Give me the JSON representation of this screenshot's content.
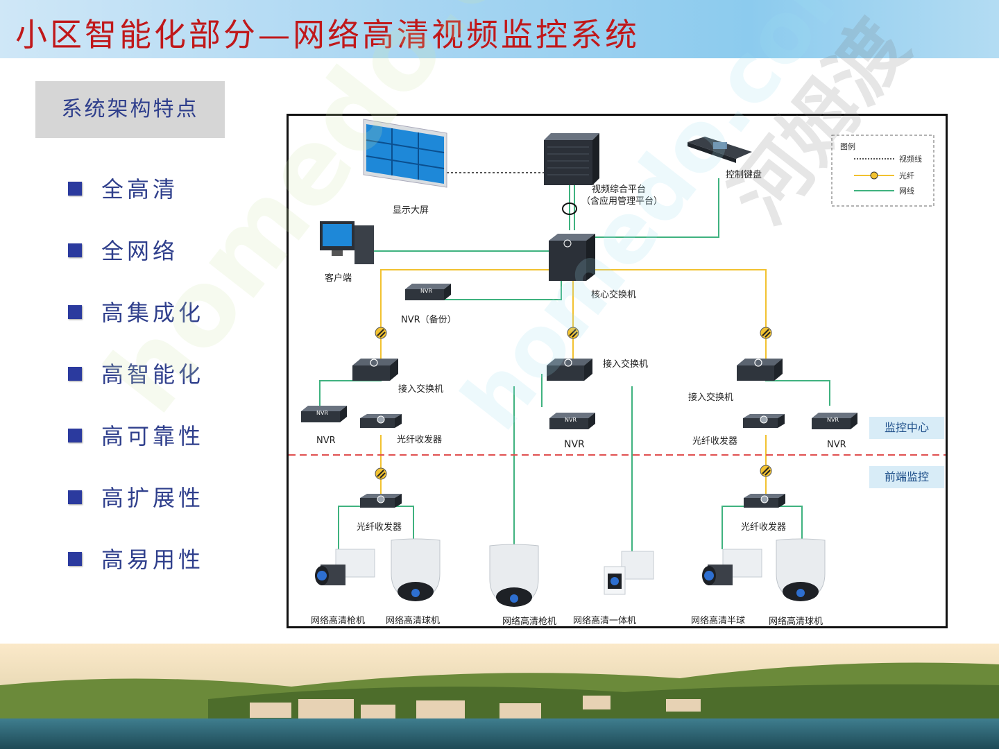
{
  "title": "小区智能化部分—网络高清视频监控系统",
  "section_label": "系统架构特点",
  "features": [
    "全高清",
    "全网络",
    "高集成化",
    "高智能化",
    "高可靠性",
    "高扩展性",
    "高易用性"
  ],
  "diagram": {
    "legend": {
      "title": "图例",
      "video_line": "视频线",
      "fiber": "光纤",
      "network_line": "网线"
    },
    "devices": {
      "display_wall": "显示大屏",
      "video_platform_line1": "视频综合平台",
      "video_platform_line2": "（含应用管理平台）",
      "control_keyboard": "控制键盘",
      "client": "客户端",
      "core_switch": "核心交换机",
      "nvr_backup": "NVR（备份）",
      "access_switch_left": "接入交换机",
      "access_switch_mid": "接入交换机",
      "access_switch_right": "接入交换机",
      "nvr_left": "NVR",
      "nvr_mid": "NVR",
      "nvr_right": "NVR",
      "fiber_tx_left": "光纤收发器",
      "fiber_tx_right": "光纤收发器",
      "fiber_tx_front_left": "光纤收发器",
      "fiber_tx_front_right": "光纤收发器",
      "cam1": "网络高清枪机",
      "cam2": "网络高清球机",
      "cam3": "网络高清枪机",
      "cam4": "网络高清一体机",
      "cam5": "网络高清半球",
      "cam6": "网络高清球机"
    },
    "nvr_badge": "NVR",
    "zones": {
      "monitor_center": "监控中心",
      "front_end": "前端监控"
    }
  },
  "colors": {
    "title": "#c0181a",
    "text_blue": "#2f3f8c",
    "network_line": "#3fb27f",
    "fiber_line": "#f2c230",
    "divider": "#e05050"
  },
  "watermarks": [
    "homedo.com",
    "河姆渡"
  ]
}
